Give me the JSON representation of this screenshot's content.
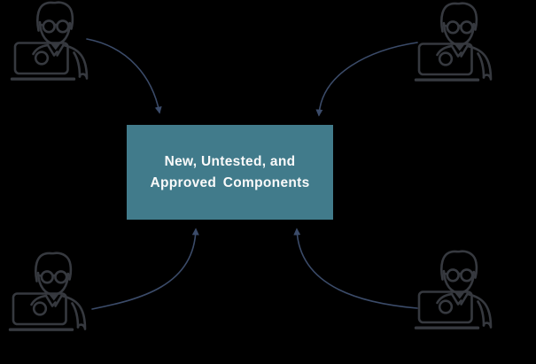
{
  "diagram": {
    "center_box": {
      "label_line1": "New, Untested, and",
      "label_line2": "Approved Components"
    },
    "nodes": [
      {
        "id": "top-left",
        "icon": "developer-at-laptop-icon"
      },
      {
        "id": "top-right",
        "icon": "developer-at-laptop-icon"
      },
      {
        "id": "bottom-left",
        "icon": "developer-at-laptop-icon"
      },
      {
        "id": "bottom-right",
        "icon": "developer-at-laptop-icon"
      }
    ],
    "arrows": [
      {
        "from": "developer-top-left",
        "to": "center-box"
      },
      {
        "from": "developer-top-right",
        "to": "center-box"
      },
      {
        "from": "developer-bottom-left",
        "to": "center-box"
      },
      {
        "from": "developer-bottom-right",
        "to": "center-box"
      }
    ],
    "colors": {
      "background": "#000000",
      "box_fill": "#417B8B",
      "box_text": "#FAFAFA",
      "arrow": "#3B4B69",
      "icon_stroke": "#36393F"
    }
  }
}
